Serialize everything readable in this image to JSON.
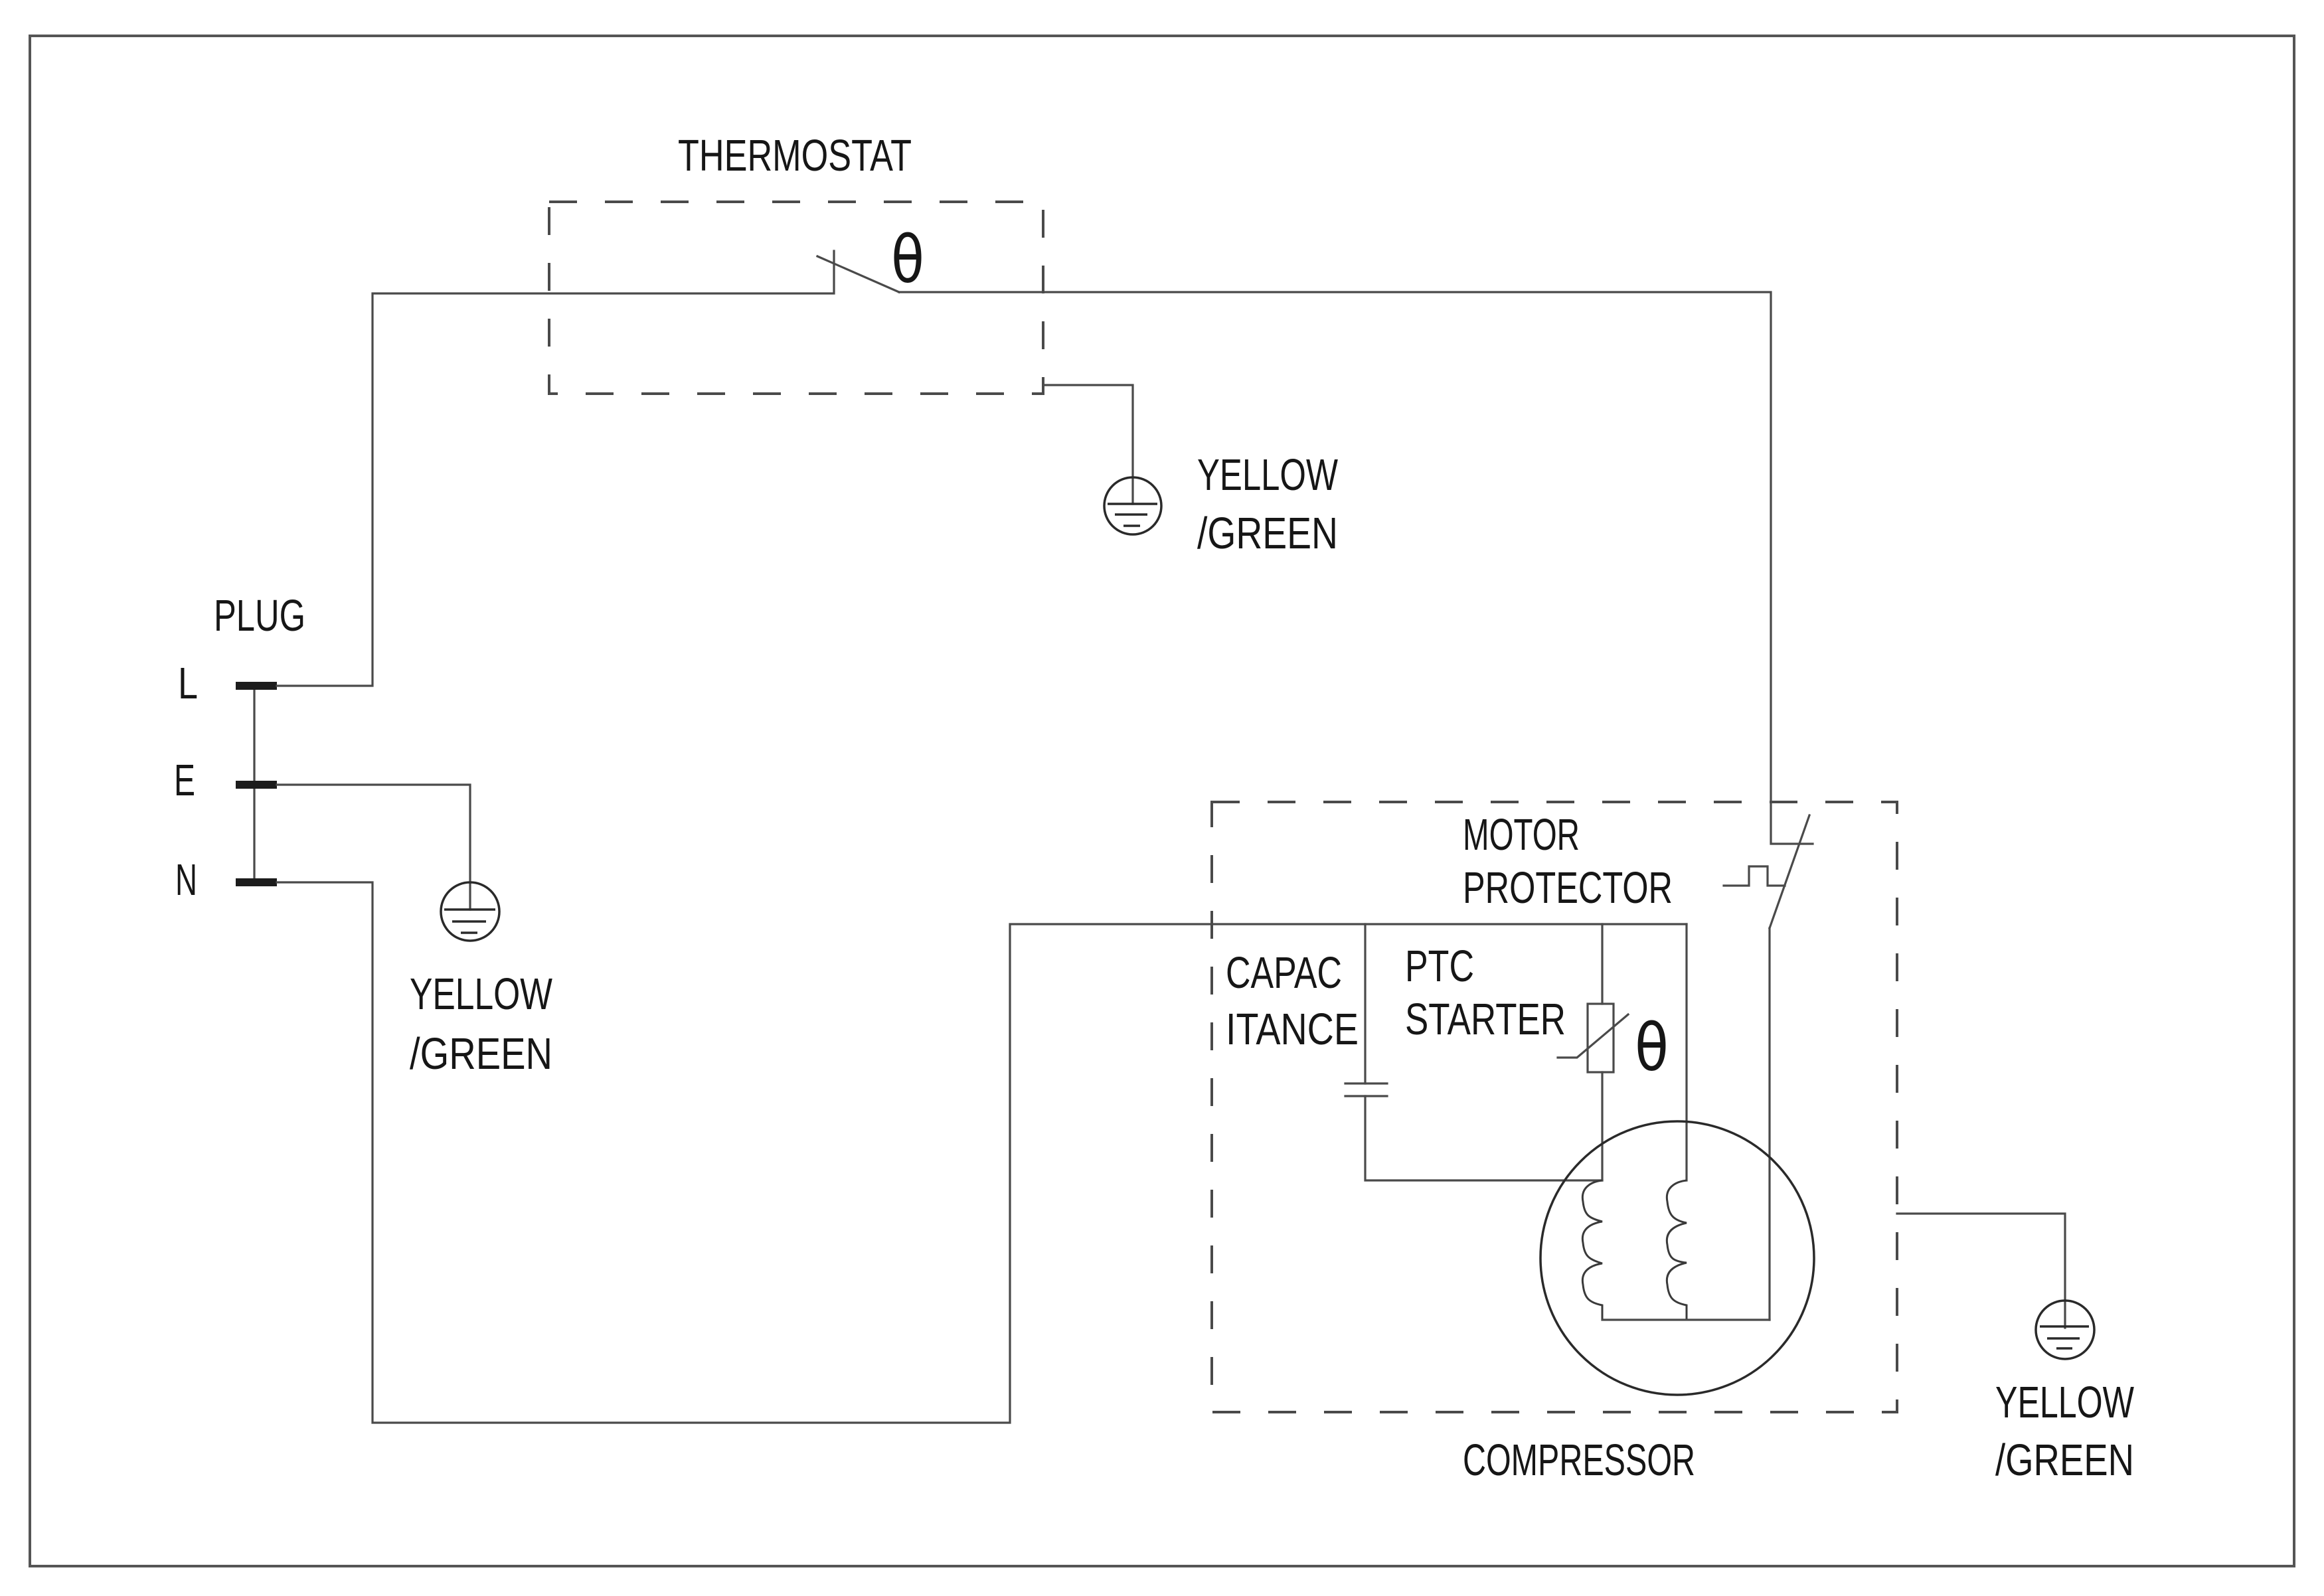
{
  "diagram": {
    "title": "Refrigerator compressor wiring diagram",
    "plug": {
      "label": "PLUG",
      "pins": [
        {
          "id": "L",
          "label": "L"
        },
        {
          "id": "E",
          "label": "E"
        },
        {
          "id": "N",
          "label": "N"
        }
      ]
    },
    "thermostat": {
      "label": "THERMOSTAT",
      "symbol": "θ"
    },
    "grounds": [
      {
        "id": "thermostat-ground",
        "line1": "YELLOW",
        "line2": "/GREEN"
      },
      {
        "id": "plug-ground",
        "line1": "YELLOW",
        "line2": "/GREEN"
      },
      {
        "id": "compressor-ground",
        "line1": "YELLOW",
        "line2": "/GREEN"
      }
    ],
    "compressor_unit": {
      "label": "COMPRESSOR",
      "motor_protector": {
        "line1": "MOTOR",
        "line2": "PROTECTOR"
      },
      "capacitance": {
        "line1": "CAPAC",
        "line2": "ITANCE"
      },
      "ptc_starter": {
        "line1": "PTC",
        "line2": "STARTER",
        "symbol": "θ"
      }
    }
  }
}
